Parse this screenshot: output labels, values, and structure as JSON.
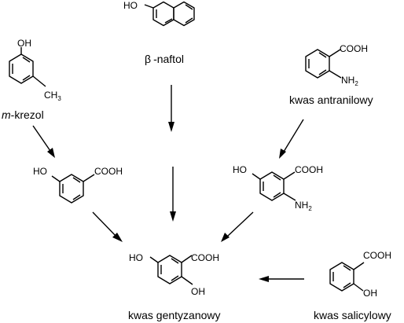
{
  "compounds": {
    "naphthol": {
      "name_prefix": "β",
      "name_rest": "-naftol",
      "oh": "HO"
    },
    "cresol": {
      "name_prefix": "m",
      "name_rest": "-krezol",
      "oh": "OH",
      "ch3_main": "CH",
      "ch3_sub": "3"
    },
    "anthranilic": {
      "name": "kwas antranilowy",
      "cooh": "COOH",
      "nh2_main": "NH",
      "nh2_sub": "2"
    },
    "hydroxybenzoic": {
      "oh": "HO",
      "cooh": "COOH"
    },
    "aminohydroxybenzoic": {
      "oh": "HO",
      "cooh": "COOH",
      "nh2_main": "NH",
      "nh2_sub": "2"
    },
    "gentisic": {
      "name": "kwas gentyzanowy",
      "oh_top": "HO",
      "cooh": "COOH",
      "oh_bottom": "OH"
    },
    "salicylic": {
      "name": "kwas salicylowy",
      "cooh": "COOH",
      "oh": "OH"
    }
  }
}
